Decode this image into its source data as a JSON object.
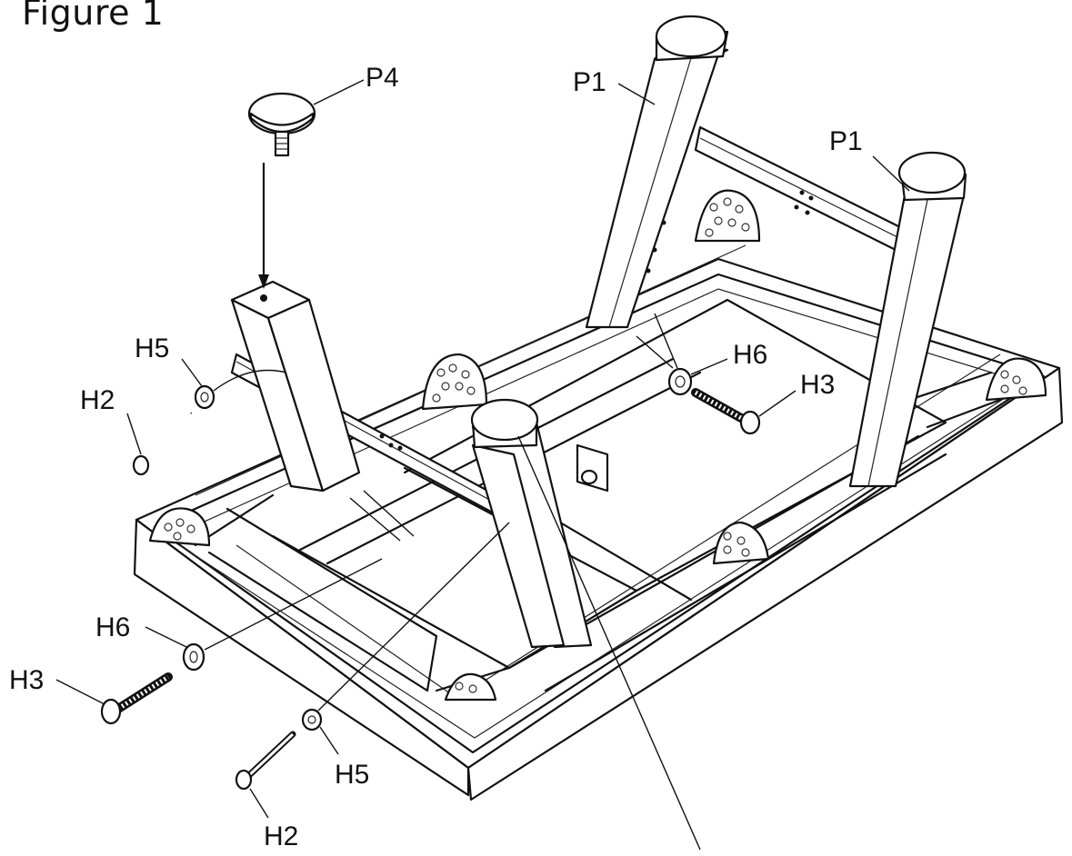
{
  "figure": {
    "title": "Figure 1",
    "callouts": {
      "p4": "P4",
      "p1_back": "P1",
      "p1_right": "P1",
      "h5_top": "H5",
      "h2_top": "H2",
      "h6_top": "H6",
      "h3_top": "H3",
      "h6_bottom": "H6",
      "h3_bottom": "H3",
      "h5_bottom": "H5",
      "h2_bottom": "H2"
    }
  }
}
